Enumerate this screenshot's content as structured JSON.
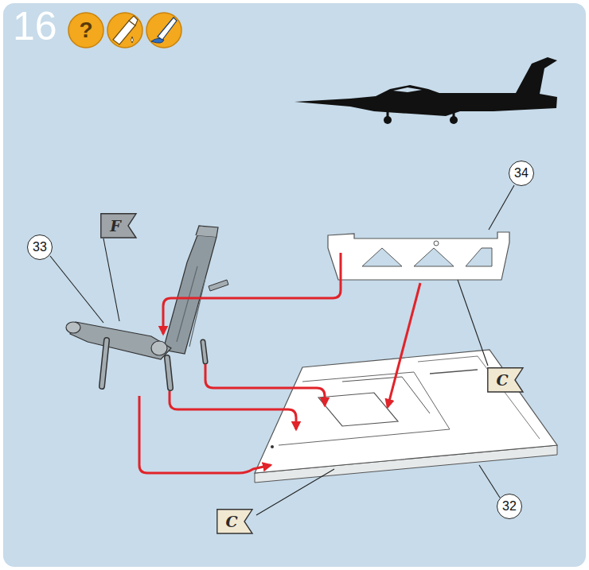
{
  "diagram": {
    "title": "16",
    "nodes": [
      {
        "text": [
          "34"
        ]
      },
      {
        "text": [
          "F"
        ]
      },
      {
        "text": [
          "33"
        ]
      },
      {
        "text": [
          "C"
        ]
      },
      {
        "text": [
          "32"
        ]
      },
      {
        "text": [
          "C"
        ]
      }
    ],
    "labels": [
      "?"
    ]
  }
}
